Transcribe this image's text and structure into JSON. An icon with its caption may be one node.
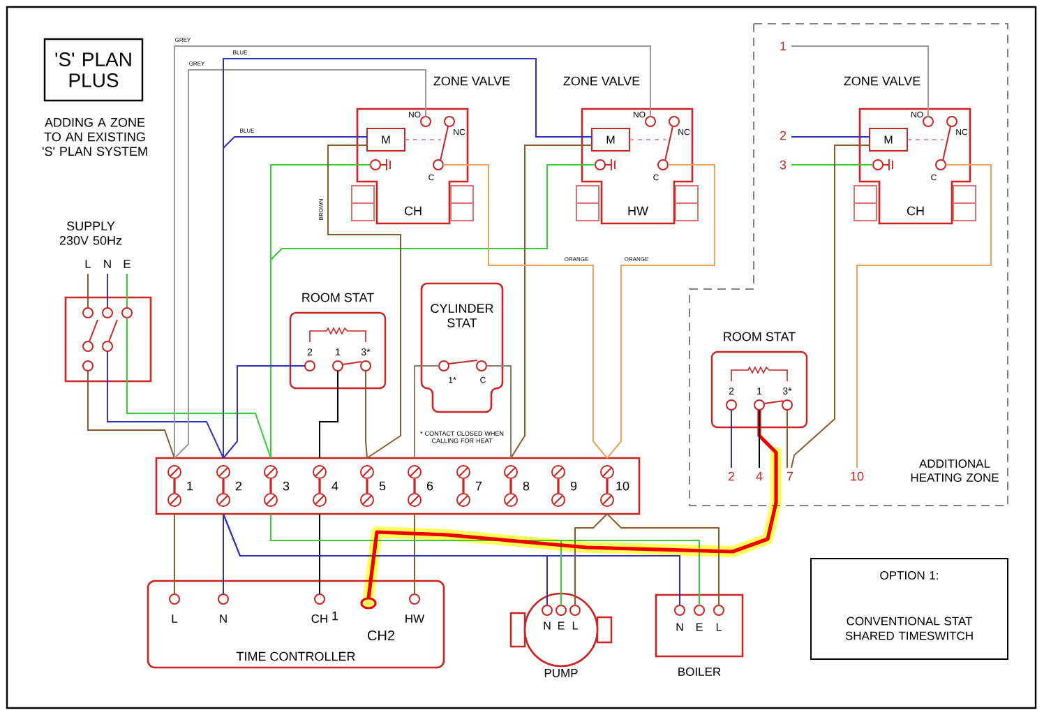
{
  "diagram": {
    "nodes": [
      {
        "text": [
          "'S' PLAN PLUS"
        ]
      },
      {
        "text": [
          "SUPPLY 230V 50Hz"
        ],
        "beside": [
          "L",
          "N",
          "E"
        ]
      },
      {
        "text": [
          "ZONE VALVE",
          "NO",
          "NC",
          "M",
          "C",
          "CH"
        ]
      },
      {
        "text": [
          "ZONE VALVE",
          "NO",
          "NC",
          "M",
          "C",
          "HW"
        ]
      },
      {
        "text": [
          "ADDITIONAL HEATING ZONE"
        ]
      },
      {
        "text": [
          "ZONE VALVE",
          "NO",
          "NC",
          "M",
          "C",
          "CH"
        ],
        "in": 4
      },
      {
        "text": [
          "ROOM STAT",
          "2",
          "1",
          "3*"
        ]
      },
      {
        "text": [
          "CYLINDER STAT",
          "1*",
          "C"
        ]
      },
      {
        "text": [
          "ROOM STAT",
          "2",
          "1",
          "3*"
        ],
        "in": 4
      },
      {
        "text": [
          "1",
          "2",
          "3",
          "4",
          "5",
          "6",
          "7",
          "8",
          "9",
          "10"
        ]
      },
      {
        "text": [
          "L",
          "N",
          "CH",
          "HW",
          "TIME CONTROLLER"
        ]
      },
      {
        "text": [
          "N",
          "E",
          "L"
        ],
        "beside": [
          "PUMP"
        ]
      },
      {
        "text": [
          "N",
          "E",
          "L"
        ],
        "beside": [
          "BOILER"
        ]
      },
      {
        "text": [
          "OPTION 1:",
          "CONVENTIONAL STAT SHARED TIMESWITCH"
        ]
      },
      {
        "text": [
          "1"
        ],
        "in": 4
      },
      {
        "text": [
          "2"
        ],
        "in": 4
      },
      {
        "text": [
          "3"
        ],
        "in": 4
      },
      {
        "text": [
          "2"
        ],
        "in": 4
      },
      {
        "text": [
          "4"
        ],
        "in": 4
      },
      {
        "text": [
          "7"
        ],
        "in": 4
      },
      {
        "text": [
          "10"
        ],
        "in": 4
      }
    ],
    "edges": [
      {
        "from": 1,
        "to": 9,
        "arrow": "none",
        "color": "#8b5a2b"
      },
      {
        "from": 1,
        "to": 9,
        "arrow": "none",
        "color": "#3030c0"
      },
      {
        "from": 1,
        "to": 9,
        "arrow": "none",
        "color": "#33cc33"
      },
      {
        "from": 2,
        "to": 9,
        "arrow": "none",
        "color": "#999999"
      },
      {
        "from": 3,
        "to": 9,
        "arrow": "none",
        "color": "#999999"
      },
      {
        "from": 2,
        "to": 9,
        "arrow": "none",
        "color": "#3030c0"
      },
      {
        "from": 3,
        "to": 9,
        "arrow": "none",
        "color": "#3030c0"
      },
      {
        "from": 2,
        "to": 9,
        "arrow": "none",
        "color": "#33cc33"
      },
      {
        "from": 3,
        "to": 9,
        "arrow": "none",
        "color": "#33cc33"
      },
      {
        "from": 2,
        "to": 9,
        "arrow": "none",
        "color": "#8b5a2b"
      },
      {
        "from": 3,
        "to": 9,
        "arrow": "none",
        "color": "#8b5a2b"
      },
      {
        "from": 2,
        "to": 9,
        "arrow": "none",
        "color": "#f0a060"
      },
      {
        "from": 3,
        "to": 9,
        "arrow": "none",
        "color": "#f0a060"
      },
      {
        "from": 6,
        "to": 9,
        "arrow": "none",
        "color": "#3030c0"
      },
      {
        "from": 6,
        "to": 9,
        "arrow": "none",
        "color": "#000000"
      },
      {
        "from": 6,
        "to": 9,
        "arrow": "none",
        "color": "#8b5a2b"
      },
      {
        "from": 7,
        "to": 9,
        "arrow": "none",
        "color": "#8c7b6b"
      },
      {
        "from": 7,
        "to": 9,
        "arrow": "none",
        "color": "#8c7b6b"
      },
      {
        "from": 9,
        "to": 10,
        "arrow": "none",
        "color": "#8b5a2b"
      },
      {
        "from": 9,
        "to": 10,
        "arrow": "none",
        "color": "#3030c0"
      },
      {
        "from": 9,
        "to": 10,
        "arrow": "none",
        "color": "#000000"
      },
      {
        "from": 9,
        "to": 10,
        "arrow": "none",
        "color": "#8b5a2b"
      },
      {
        "from": 9,
        "to": 11,
        "arrow": "none",
        "color": "#3030c0"
      },
      {
        "from": 9,
        "to": 12,
        "arrow": "none",
        "color": "#3030c0"
      },
      {
        "from": 9,
        "to": 11,
        "arrow": "none",
        "color": "#33cc33"
      },
      {
        "from": 9,
        "to": 12,
        "arrow": "none",
        "color": "#33cc33"
      },
      {
        "from": 9,
        "to": 11,
        "arrow": "none",
        "color": "#8b5a2b"
      },
      {
        "from": 9,
        "to": 12,
        "arrow": "none",
        "color": "#8b5a2b"
      },
      {
        "from": 8,
        "to": 10,
        "arrow": "none",
        "style": "thick",
        "color": "#ee0000"
      },
      {
        "from": 5,
        "to": 14,
        "arrow": "none",
        "color": "#999999"
      },
      {
        "from": 5,
        "to": 15,
        "arrow": "none",
        "color": "#3030c0"
      },
      {
        "from": 5,
        "to": 16,
        "arrow": "none",
        "color": "#33cc33"
      },
      {
        "from": 5,
        "to": 19,
        "arrow": "none",
        "color": "#8b5a2b"
      },
      {
        "from": 5,
        "to": 20,
        "arrow": "none",
        "color": "#f0a060"
      },
      {
        "from": 8,
        "to": 17,
        "arrow": "none",
        "color": "#3030c0"
      },
      {
        "from": 8,
        "to": 18,
        "arrow": "none",
        "color": "#000000"
      },
      {
        "from": 8,
        "to": 19,
        "arrow": "none",
        "color": "#8b5a2b"
      }
    ],
    "labels": [
      "ADDING A ZONE TO AN EXISTING 'S' PLAN SYSTEM",
      "GREY",
      "GREY",
      "BLUE",
      "BLUE",
      "BROWN",
      "ORANGE",
      "ORANGE",
      "* CONTACT CLOSED WHEN CALLING FOR HEAT",
      "1",
      "CH2"
    ]
  }
}
